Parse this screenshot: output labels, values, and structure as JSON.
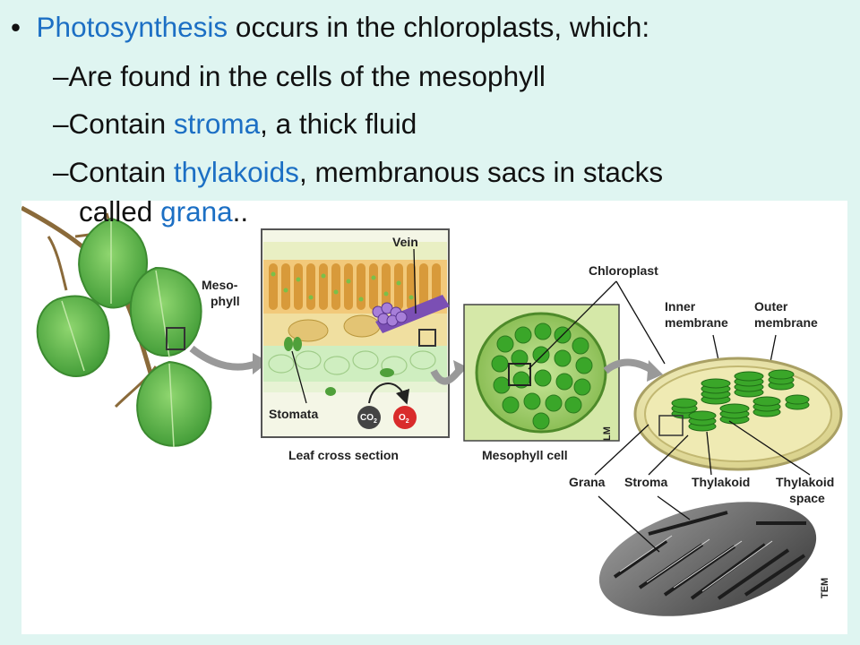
{
  "bullets": {
    "b1": {
      "marker": "•",
      "key": "Photosynthesis",
      "rest": " occurs in the chloroplasts, which:"
    },
    "b2": {
      "marker": "–",
      "text": "Are found in the cells of the mesophyll"
    },
    "b3": {
      "marker": "–",
      "pre": "Contain ",
      "key": "stroma",
      "rest": ", a thick fluid"
    },
    "b4": {
      "marker": "–",
      "pre": "Contain ",
      "key": "thylakoids",
      "rest": ", membranous sacs in stacks"
    },
    "b5": {
      "pre": "called ",
      "key": "grana",
      "rest": ".."
    }
  },
  "figure": {
    "labels": {
      "vein": "Vein",
      "meso1": "Meso-",
      "meso2": "phyll",
      "chloroplast": "Chloroplast",
      "inner1": "Inner",
      "inner2": "membrane",
      "outer1": "Outer",
      "outer2": "membrane",
      "stomata": "Stomata",
      "co2": "CO",
      "o2": "O",
      "sub2": "2",
      "leaf_cross_section": "Leaf cross section",
      "mesophyll_cell": "Mesophyll cell",
      "lm": "LM",
      "grana": "Grana",
      "stroma": "Stroma",
      "thylakoid": "Thylakoid",
      "thylakoid_space1": "Thylakoid",
      "thylakoid_space2": "space",
      "tem": "TEM"
    },
    "colors": {
      "accent_text": "#1c6fc4",
      "leaf_green": "#5fb84a",
      "chloroplast_green": "#3aa629",
      "vein_purple": "#7b4fb4",
      "o2_red": "#d92b2b",
      "co2_gray": "#444444",
      "background": "#dff5f1"
    }
  }
}
